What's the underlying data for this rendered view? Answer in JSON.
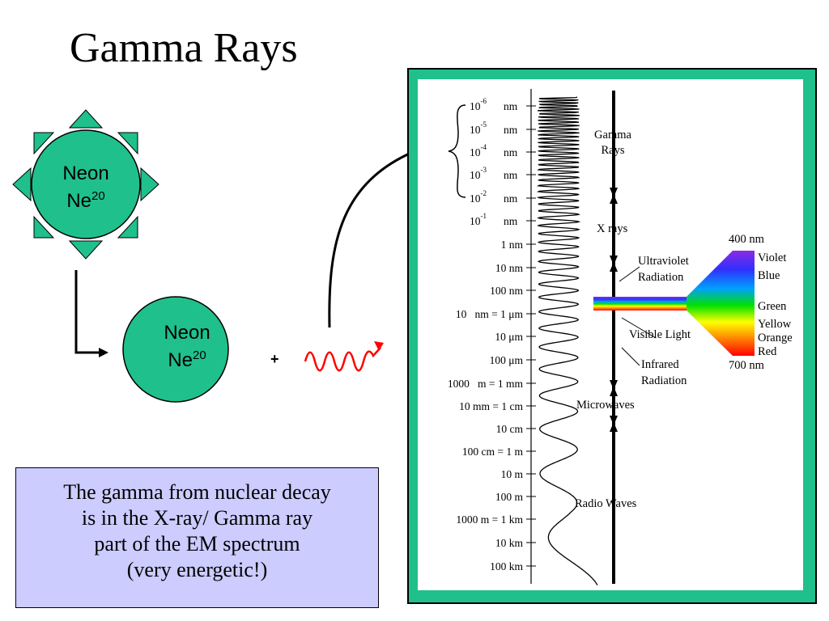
{
  "title": "Gamma Rays",
  "atoms": [
    {
      "name": "Neon",
      "symbol": "Ne",
      "mass": "20"
    },
    {
      "name": "Neon",
      "symbol": "Ne",
      "mass": "20"
    }
  ],
  "plus": "+",
  "note_lines": [
    "The gamma from nuclear decay",
    "is in the X-ray/ Gamma ray",
    "part of the EM spectrum",
    "(very energetic!)"
  ],
  "scale_labels": [
    {
      "base": "10",
      "exp": "-6",
      "unit": "nm"
    },
    {
      "base": "10",
      "exp": "-5",
      "unit": "nm"
    },
    {
      "base": "10",
      "exp": "-4",
      "unit": "nm"
    },
    {
      "base": "10",
      "exp": "-3",
      "unit": "nm"
    },
    {
      "base": "10",
      "exp": "-2",
      "unit": "nm"
    },
    {
      "base": "10",
      "exp": "-1",
      "unit": "nm"
    },
    {
      "text": "1 nm"
    },
    {
      "text": "10 nm"
    },
    {
      "text": "100 nm"
    },
    {
      "text": "10   nm = 1 μm"
    },
    {
      "text": "10 μm"
    },
    {
      "text": "100 μm"
    },
    {
      "text": "1000   m = 1 mm"
    },
    {
      "text": "10 mm = 1 cm"
    },
    {
      "text": "10 cm"
    },
    {
      "text": "100 cm = 1 m"
    },
    {
      "text": "10 m"
    },
    {
      "text": "100 m"
    },
    {
      "text": "1000 m = 1 km"
    },
    {
      "text": "10 km"
    },
    {
      "text": "100 km"
    }
  ],
  "bands": {
    "gamma": [
      "Gamma",
      "Rays"
    ],
    "xray": "X rays",
    "uv": [
      "Ultraviolet",
      "Radiation"
    ],
    "visible": "Visible Light",
    "ir": [
      "Infrared",
      "Radiation"
    ],
    "micro": "Microwaves",
    "radio": "Radio Waves"
  },
  "spectrum": {
    "top": "400 nm",
    "bottom": "700 nm",
    "colors": [
      "Violet",
      "Blue",
      "Green",
      "Yellow",
      "Orange",
      "Red"
    ]
  },
  "colors": {
    "atom_fill": "#1fc08c",
    "frame": "#1fc08c",
    "note_bg": "#ccccff",
    "photon": "#ff0000"
  }
}
